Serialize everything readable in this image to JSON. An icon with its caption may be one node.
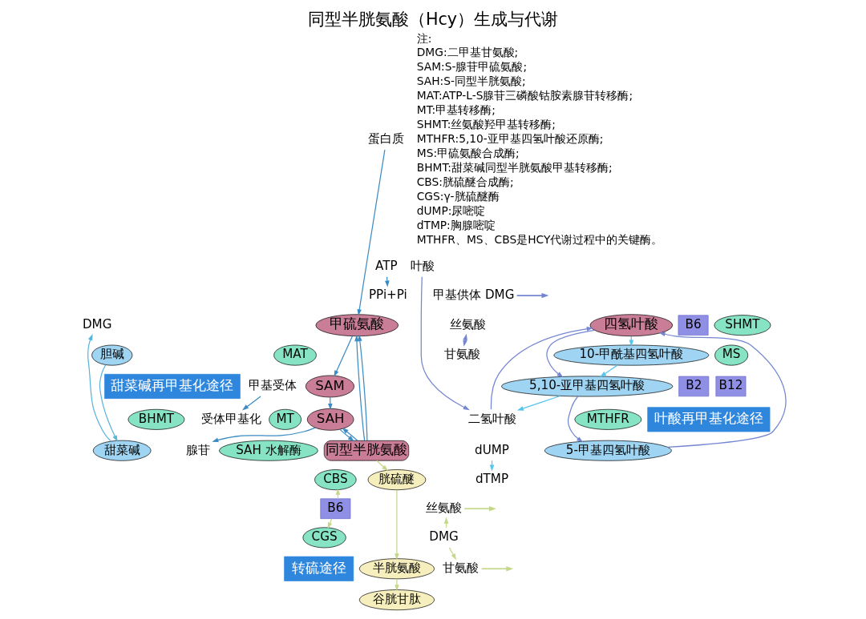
{
  "diagram": {
    "title": "同型半胱氨酸（Hcy）生成与代谢",
    "nodes": [
      {
        "text": [
          "蛋白质"
        ]
      },
      {
        "text": [
          "甲硫氨酸"
        ]
      },
      {
        "text": [
          "ATP"
        ]
      },
      {
        "text": [
          "MAT"
        ]
      },
      {
        "text": [
          "PPi+Pi"
        ]
      },
      {
        "text": [
          "SAM"
        ]
      },
      {
        "text": [
          "甲基受体"
        ]
      },
      {
        "text": [
          "MT"
        ]
      },
      {
        "text": [
          "受体甲基化"
        ]
      },
      {
        "text": [
          "SAH"
        ]
      },
      {
        "text": [
          "腺苷"
        ]
      },
      {
        "text": [
          "SAH 水解酶"
        ]
      },
      {
        "text": [
          "同型半胱氨酸"
        ]
      },
      {
        "text": [
          "DMG"
        ]
      },
      {
        "text": [
          "胆碱"
        ]
      },
      {
        "text": [
          "甜菜碱再甲基化途径"
        ]
      },
      {
        "text": [
          "BHMT"
        ]
      },
      {
        "text": [
          "甜菜碱"
        ]
      },
      {
        "text": [
          "四氢叶酸"
        ]
      },
      {
        "text": [
          "二氢叶酸"
        ]
      },
      {
        "text": [
          "叶酸"
        ]
      },
      {
        "text": [
          "甲基供体 DMG"
        ]
      },
      {
        "text": [
          "丝氨酸"
        ]
      },
      {
        "text": [
          "B6"
        ]
      },
      {
        "text": [
          "SHMT"
        ]
      },
      {
        "text": [
          "甘氨酸"
        ]
      },
      {
        "text": [
          "dTMP"
        ]
      },
      {
        "text": [
          "dUMP"
        ]
      },
      {
        "text": [
          "MS"
        ]
      },
      {
        "text": [
          "B12"
        ]
      },
      {
        "text": [
          "10-甲酰基四氢叶酸"
        ]
      },
      {
        "text": [
          "5,10-亚甲基四氢叶酸"
        ]
      },
      {
        "text": [
          "叶酸再甲基化途径"
        ]
      },
      {
        "text": [
          "B2"
        ]
      },
      {
        "text": [
          "5-甲基四氢叶酸"
        ]
      },
      {
        "text": [
          "MTHFR"
        ]
      },
      {
        "text": [
          "CBS"
        ]
      },
      {
        "text": [
          "B6"
        ]
      },
      {
        "text": [
          "CGS"
        ]
      },
      {
        "text": [
          "胱硫醚"
        ]
      },
      {
        "text": [
          "丝氨酸"
        ]
      },
      {
        "text": [
          "DMG"
        ]
      },
      {
        "text": [
          "转硫途径"
        ]
      },
      {
        "text": [
          "半胱氨酸"
        ]
      },
      {
        "text": [
          "甘氨酸"
        ]
      },
      {
        "text": [
          "谷胱甘肽"
        ]
      }
    ],
    "edges": [
      {
        "from": 0,
        "to": 1,
        "arrow": "to"
      },
      {
        "from": 1,
        "to": 5,
        "arrow": "to"
      },
      {
        "from": 2,
        "to": 4,
        "arrow": "to"
      },
      {
        "from": 5,
        "to": 9,
        "arrow": "to"
      },
      {
        "from": 6,
        "to": 8,
        "arrow": "to"
      },
      {
        "from": 9,
        "to": 12,
        "arrow": "to"
      },
      {
        "from": 9,
        "to": 10,
        "arrow": "to"
      },
      {
        "from": 12,
        "to": 9,
        "arrow": "to"
      },
      {
        "from": 12,
        "to": 1,
        "arrow": "to"
      },
      {
        "from": 12,
        "to": 1,
        "arrow": "to"
      },
      {
        "from": 14,
        "to": 17,
        "arrow": "to",
        "color": "#5ab4dc"
      },
      {
        "from": 17,
        "to": 13,
        "arrow": "to",
        "color": "#5ab4dc"
      },
      {
        "from": 34,
        "to": 18,
        "arrow": "to",
        "color": "#7486d2"
      },
      {
        "from": 18,
        "to": 31,
        "arrow": "to",
        "color": "#7486d2"
      },
      {
        "from": 31,
        "to": 34,
        "arrow": "to",
        "color": "#7486d2"
      },
      {
        "from": 20,
        "to": 19,
        "arrow": "to",
        "color": "#7486d2"
      },
      {
        "from": 19,
        "to": 18,
        "arrow": "to",
        "color": "#7486d2"
      },
      {
        "from": 18,
        "to": 30,
        "arrow": "to",
        "color": "#52c6ee"
      },
      {
        "from": 30,
        "to": 31,
        "arrow": "to",
        "color": "#52c6ee"
      },
      {
        "from": 31,
        "to": 19,
        "arrow": "to",
        "color": "#52c6ee"
      },
      {
        "from": 27,
        "to": 26,
        "arrow": "to",
        "color": "#52c6ee"
      },
      {
        "from": 21,
        "to": null,
        "arrow": "to",
        "color": "#7486d2"
      },
      {
        "from": 22,
        "to": 25,
        "arrow": "both",
        "color": "#7486d2"
      },
      {
        "from": 12,
        "to": 39,
        "arrow": "to",
        "color": "#c5d88a"
      },
      {
        "from": 39,
        "to": 43,
        "arrow": "to",
        "color": "#c5d88a"
      },
      {
        "from": 43,
        "to": 45,
        "arrow": "to",
        "color": "#c5d88a"
      },
      {
        "from": 37,
        "to": 36,
        "arrow": "to",
        "color": "#c5d88a"
      },
      {
        "from": 37,
        "to": 38,
        "arrow": "to",
        "color": "#c5d88a"
      },
      {
        "from": 40,
        "to": null,
        "arrow": "to",
        "color": "#c5d88a"
      },
      {
        "from": 41,
        "to": 40,
        "arrow": "to",
        "color": "#c5d88a"
      },
      {
        "from": 41,
        "to": 44,
        "arrow": "to",
        "color": "#c5d88a"
      },
      {
        "from": 44,
        "to": null,
        "arrow": "to",
        "color": "#c5d88a"
      }
    ],
    "labels": [
      "注:",
      "DMG:二甲基甘氨酸;",
      "SAM:S-腺苷甲硫氨酸;",
      "SAH:S-同型半胱氨酸;",
      "MAT:ATP-L-S腺苷三磷酸钴胺素腺苷转移酶;",
      "MT:甲基转移酶;",
      "SHMT:丝氨酸羟甲基转移酶;",
      "MTHFR:5,10-亚甲基四氢叶酸还原酶;",
      "MS:甲硫氨酸合成酶;",
      "BHMT:甜菜碱同型半胱氨酸甲基转移酶;",
      "CBS:胱硫醚合成酶;",
      "CGS:γ-胱硫醚酶",
      "dUMP:尿嘧啶",
      "dTMP:胸腺嘧啶",
      "MTHFR、MS、CBS是HCY代谢过程中的关键酶。"
    ]
  }
}
